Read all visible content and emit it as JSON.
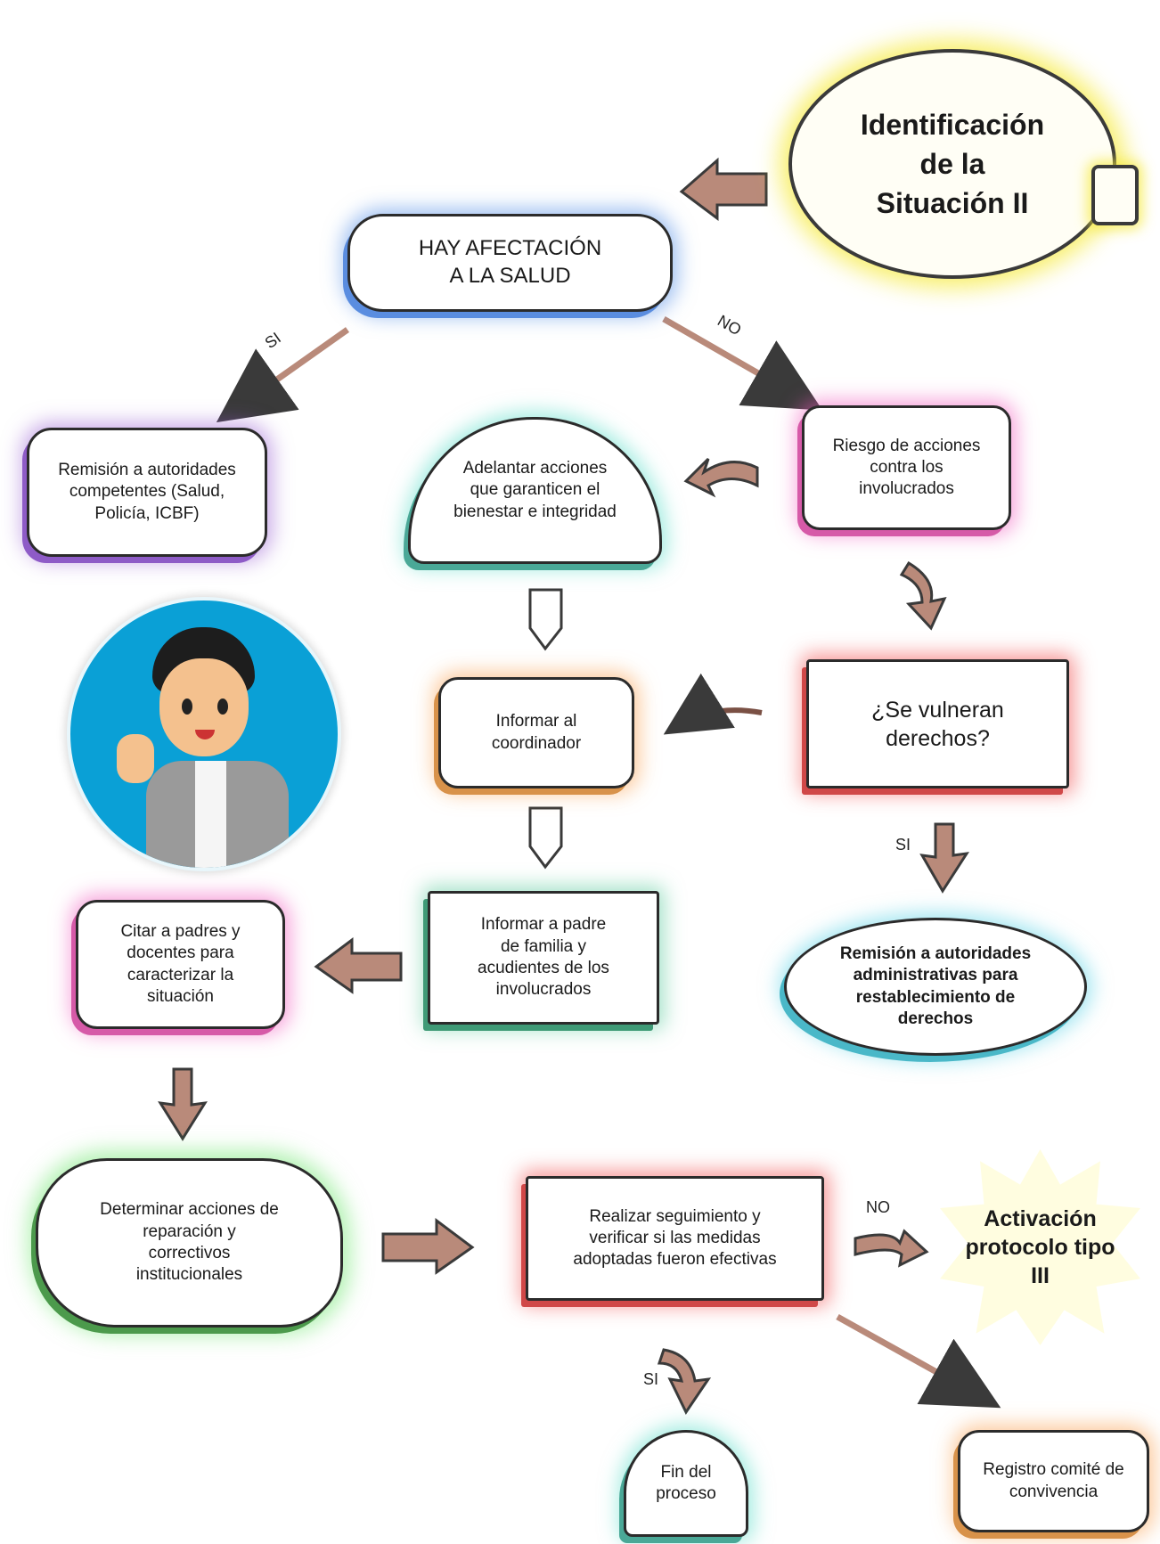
{
  "title": "Identificación\nde la\nSituación II",
  "nodes": {
    "health": "HAY AFECTACIÓN\nA LA SALUD",
    "remit_authorities": "Remisión a autoridades\ncompetentes (Salud,\nPolicía, ICBF)",
    "advance_actions": "Adelantar acciones\nque garanticen el\nbienestar e integridad",
    "risk_actions": "Riesgo de acciones\ncontra los\ninvolucrados",
    "inform_coordinator": "Informar al\ncoordinador",
    "rights_violated": "¿Se vulneran\nderechos?",
    "inform_parents": "Informar a padre\nde familia y\nacudientes de los\ninvolucrados",
    "cite_parents": "Citar a padres y\ndocentes para\ncaracterizar la\nsituación",
    "remit_admin": "Remisión a autoridades\nadministrativas para\nrestablecimiento de\nderechos",
    "determine_actions": "Determinar acciones de\nreparación y\ncorrectivos\ninstitucionales",
    "follow_up": "Realizar seguimiento y\nverificar si las medidas\nadoptadas fueron efectivas",
    "activation": "Activación\nprotocolo tipo\nIII",
    "end_process": "Fin del\nproceso",
    "registry": "Registro comité de\nconvivencia"
  },
  "edge_labels": {
    "si_left": "SI",
    "no_right": "NO",
    "si_rights": "SI",
    "no_activation": "NO",
    "si_end": "SI"
  },
  "colors": {
    "arrow_fill": "#b98a7a",
    "arrow_stroke": "#3a3a3a",
    "bulb_glow": "#f5ea3a",
    "avatar_bg": "#0aa0d6"
  }
}
